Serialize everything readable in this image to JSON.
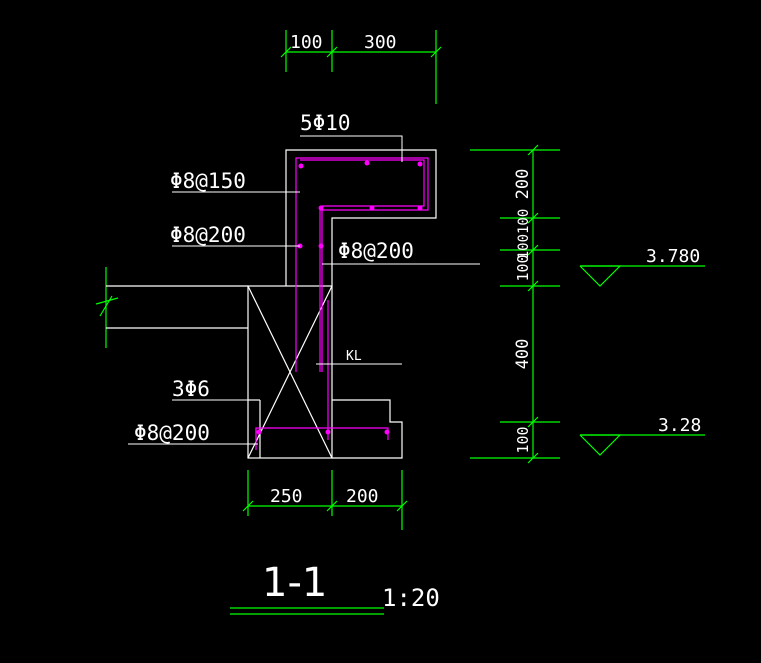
{
  "colors": {
    "background": "#000000",
    "outline": "#ffffff",
    "dimension": "#00ff00",
    "rebar": "#ff00ff",
    "text": "#ffffff"
  },
  "dimensions": {
    "top_left": "100",
    "top_right": "300",
    "right_1": "200",
    "right_2": "100100",
    "right_3": "100",
    "right_4": "400",
    "right_5": "100",
    "bottom_left": "250",
    "bottom_right": "200"
  },
  "labels": {
    "main_bars": "5Φ10",
    "stirrup_top": "Φ8@150",
    "stirrup_mid": "Φ8@200",
    "stirrup_right": "Φ8@200",
    "beam": "KL",
    "bottom_bars": "3Φ6",
    "stirrup_bottom": "Φ8@200"
  },
  "elevations": {
    "upper": "3.780",
    "lower": "3.28"
  },
  "title": {
    "section": "1-1",
    "scale": "1:20"
  }
}
